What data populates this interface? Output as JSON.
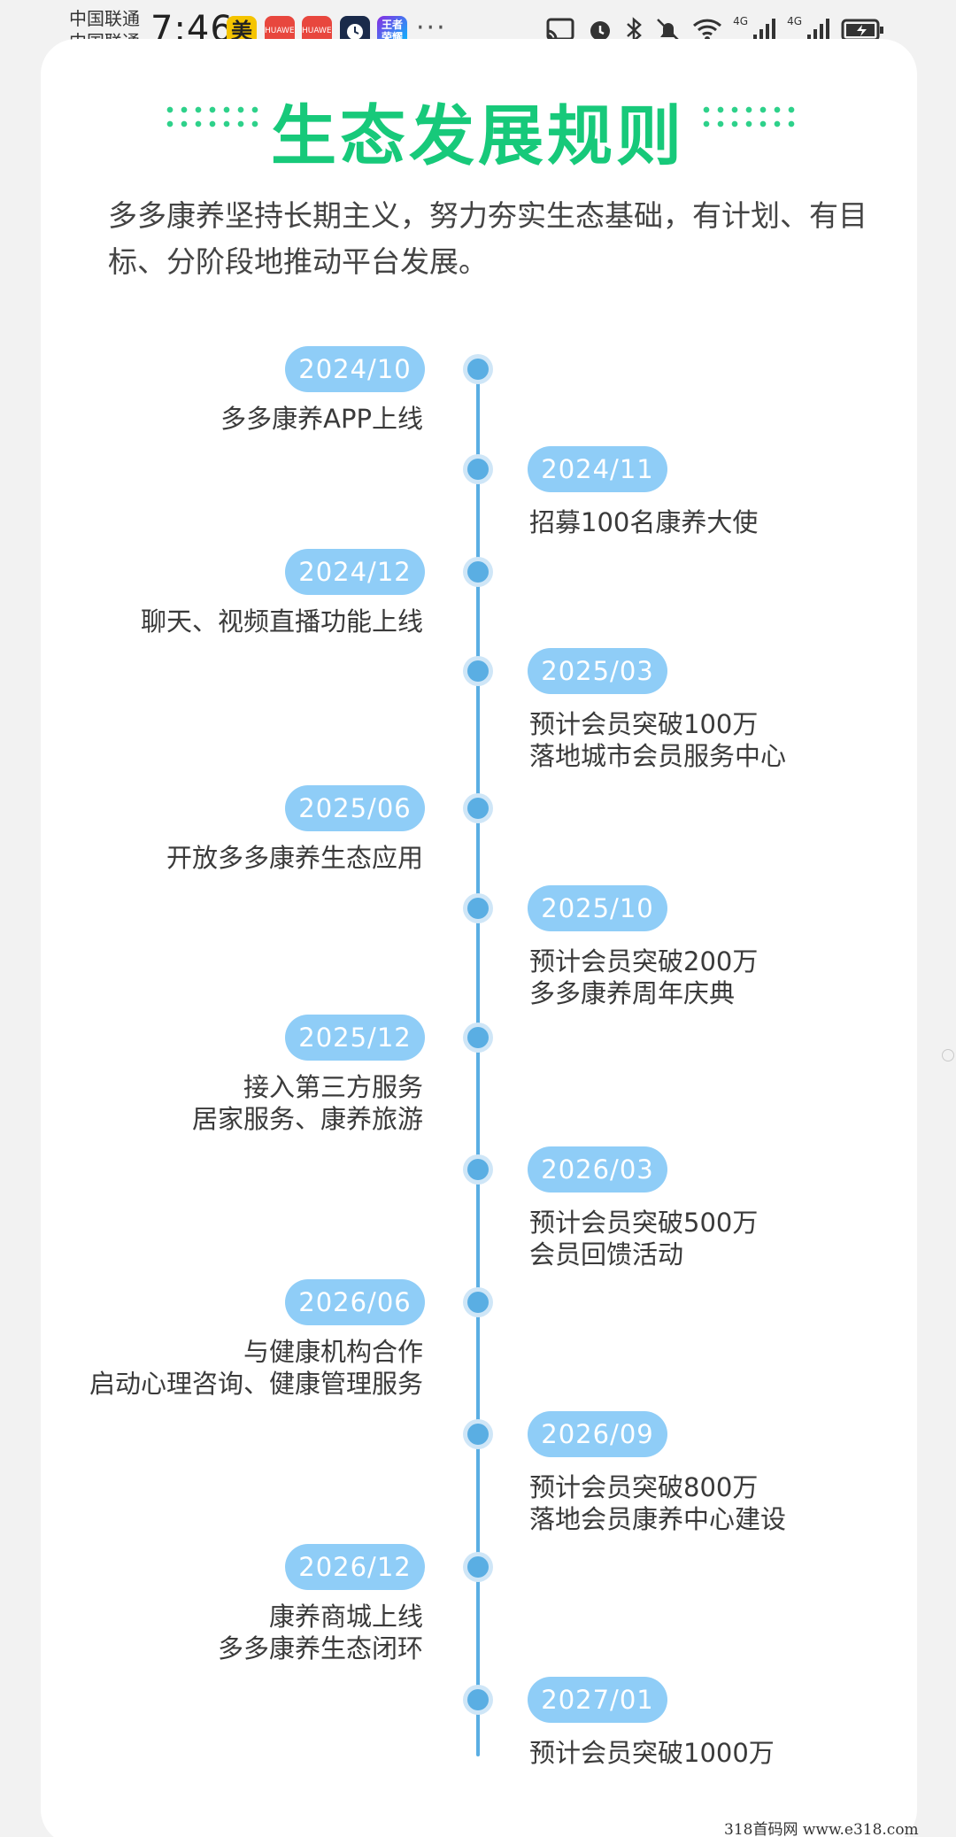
{
  "status_bar": {
    "carrier_1": "中国联通",
    "carrier_2": "中国联通",
    "time": "7:46",
    "apps": [
      "美",
      "HUAWEI",
      "HUAWEI",
      "",
      "王者荣耀"
    ],
    "network_1": "4G",
    "network_2": "4G",
    "icons": [
      "cast-icon",
      "alarm-icon",
      "bluetooth-icon",
      "mute-icon",
      "wifi-icon",
      "signal-icon",
      "signal-icon",
      "battery-icon"
    ]
  },
  "page": {
    "title": "生态发展规则",
    "intro": "多多康养坚持长期主义，努力夯实生态基础，有计划、有目标、分阶段地推动平台发展。",
    "colors": {
      "accent": "#17c97a",
      "line": "#5aaee3",
      "pill": "#8fcdf7"
    }
  },
  "timeline": [
    {
      "date": "2024/10",
      "lines": [
        "多多康养APP上线"
      ]
    },
    {
      "date": "2024/11",
      "lines": [
        "招募100名康养大使"
      ]
    },
    {
      "date": "2024/12",
      "lines": [
        "聊天、视频直播功能上线"
      ]
    },
    {
      "date": "2025/03",
      "lines": [
        "预计会员突破100万",
        "落地城市会员服务中心"
      ]
    },
    {
      "date": "2025/06",
      "lines": [
        "开放多多康养生态应用"
      ]
    },
    {
      "date": "2025/10",
      "lines": [
        "预计会员突破200万",
        "多多康养周年庆典"
      ]
    },
    {
      "date": "2025/12",
      "lines": [
        "接入第三方服务",
        "居家服务、康养旅游"
      ]
    },
    {
      "date": "2026/03",
      "lines": [
        "预计会员突破500万",
        "会员回馈活动"
      ]
    },
    {
      "date": "2026/06",
      "lines": [
        "与健康机构合作",
        "启动心理咨询、健康管理服务"
      ]
    },
    {
      "date": "2026/09",
      "lines": [
        "预计会员突破800万",
        "落地会员康养中心建设"
      ]
    },
    {
      "date": "2026/12",
      "lines": [
        "康养商城上线",
        "多多康养生态闭环"
      ]
    },
    {
      "date": "2027/01",
      "lines": [
        "预计会员突破1000万"
      ]
    }
  ],
  "watermark": "318首码网  www.e318.com"
}
